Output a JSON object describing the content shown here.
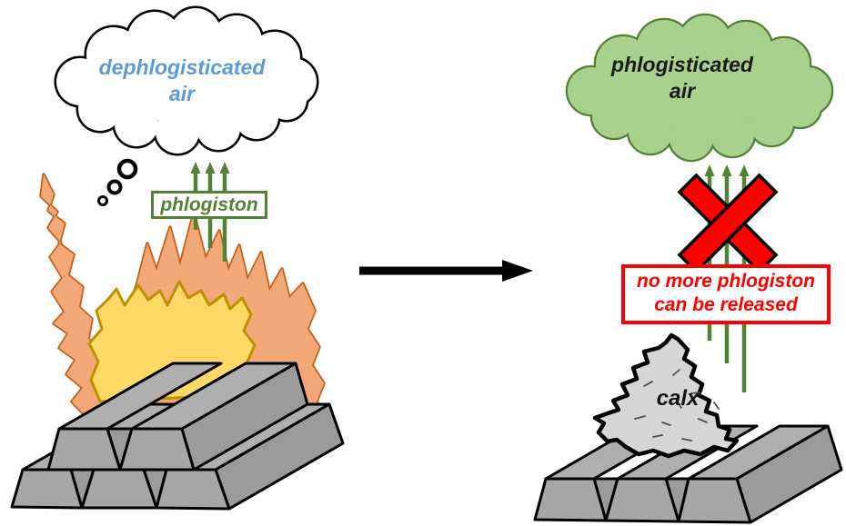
{
  "colors": {
    "blue": "#5B9BD5",
    "green": "#538135",
    "cloud_green_fill": "#A9D18E",
    "red": "#FF0000",
    "flame_orange": "#F2A877",
    "flame_orange_outline": "#C55F15",
    "flame_yellow": "#FFD966",
    "flame_yellow_outline": "#BF9000",
    "metal_gray": "#A6A6A6",
    "metal_gray_top": "#AFAFAF",
    "metal_gray_side": "#9B9B9B",
    "calx_gray": "#D6D6D6",
    "outline_black": "#000000"
  },
  "left": {
    "cloud_line1": "dephlogisticated",
    "cloud_line2": "air",
    "phlogiston_label": "phlogiston"
  },
  "right": {
    "cloud_line1": "phlogisticated",
    "cloud_line2": "air",
    "blocked_line1": "no more phlogiston",
    "blocked_line2": "can be released",
    "calx_label": "calx"
  }
}
